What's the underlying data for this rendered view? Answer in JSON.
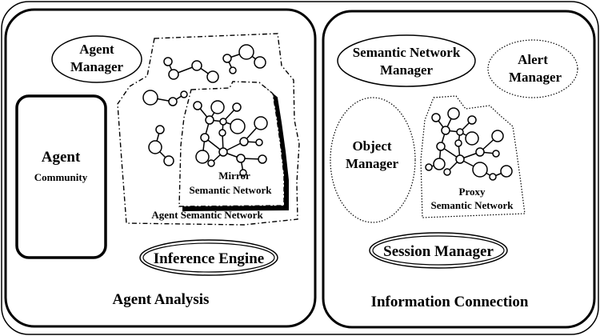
{
  "colors": {
    "stroke": "#000000",
    "background": "#ffffff"
  },
  "agent_analysis": {
    "title": "Agent Analysis",
    "agent_manager": {
      "line1": "Agent",
      "line2": "Manager"
    },
    "agent_community": {
      "line1": "Agent",
      "line2": "Community"
    },
    "agent_semantic_network": "Agent Semantic Network",
    "mirror_semantic_network": {
      "line1": "Mirror",
      "line2": "Semantic Network"
    },
    "inference_engine": "Inference Engine"
  },
  "information_connection": {
    "title": "Information Connection",
    "semantic_network_manager": {
      "line1": "Semantic Network",
      "line2": "Manager"
    },
    "alert_manager": {
      "line1": "Alert",
      "line2": "Manager"
    },
    "object_manager": {
      "line1": "Object",
      "line2": "Manager"
    },
    "proxy_semantic_network": {
      "line1": "Proxy",
      "line2": "Semantic Network"
    },
    "session_manager": "Session Manager"
  }
}
